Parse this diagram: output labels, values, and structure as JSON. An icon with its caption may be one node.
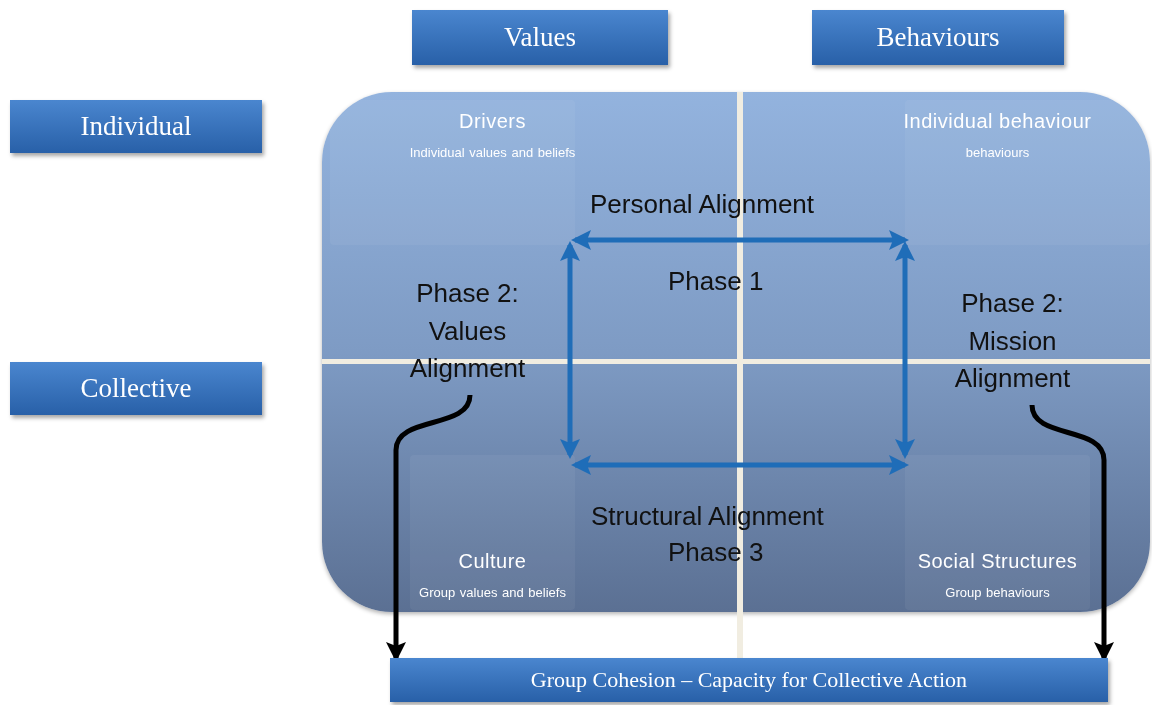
{
  "diagram": {
    "nodes": [
      {
        "text": [
          "Values"
        ]
      },
      {
        "text": [
          "Behaviours"
        ]
      },
      {
        "text": [
          "Individual"
        ]
      },
      {
        "text": [
          "Collective"
        ]
      },
      {
        "text": [],
        "shape": "box"
      },
      {
        "text": [
          "Drivers",
          "Individual values and beliefs"
        ],
        "in": 4
      },
      {
        "text": [
          "Individual behaviour",
          "behaviours"
        ],
        "in": 4
      },
      {
        "text": [
          "Phase 2: Values Alignment"
        ],
        "in": 4
      },
      {
        "text": [
          "Phase 2: Mission Alignment"
        ],
        "in": 4
      },
      {
        "text": [
          "Culture",
          "Group values and beliefs"
        ],
        "in": 4
      },
      {
        "text": [
          "Social Structures",
          "Group behaviours"
        ],
        "in": 4
      },
      {
        "text": [
          "Group Cohesion – Capacity for Collective Action"
        ]
      }
    ],
    "edges": [
      {
        "from": 5,
        "to": 6,
        "arrow": "both"
      },
      {
        "from": 5,
        "to": 9,
        "arrow": "both"
      },
      {
        "from": 6,
        "to": 10,
        "arrow": "both"
      },
      {
        "from": 9,
        "to": 10,
        "arrow": "both"
      },
      {
        "from": 7,
        "to": 11,
        "arrow": "to",
        "color": "#000000"
      },
      {
        "from": 8,
        "to": 11,
        "arrow": "to",
        "color": "#000000"
      }
    ],
    "labels": [
      "Personal Alignment",
      "Phase 1",
      "Structural Alignment",
      "Phase 3"
    ]
  }
}
